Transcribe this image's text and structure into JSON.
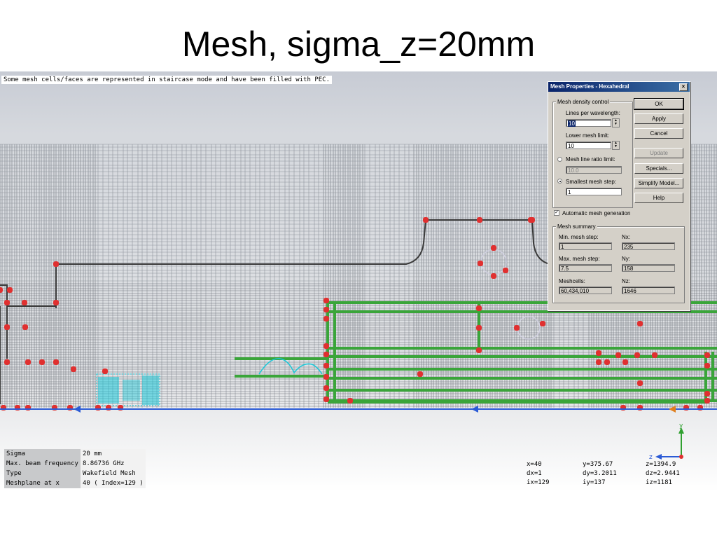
{
  "slide": {
    "title": "Mesh, sigma_z=20mm"
  },
  "viewport": {
    "message": "Some mesh cells/faces are represented in staircase mode and have been filled with PEC."
  },
  "info": {
    "rows": [
      {
        "key": "Sigma",
        "value": "20 mm"
      },
      {
        "key": "Max. beam frequency",
        "value": "8.86736 GHz"
      },
      {
        "key": "Type",
        "value": "Wakefield Mesh"
      },
      {
        "key": "Meshplane at x",
        "value": "40 ( Index=129 )"
      }
    ]
  },
  "coords": {
    "x": "x=40",
    "y": "y=375.67",
    "z": "z=1394.9",
    "dx": "dx=1",
    "dy": "dy=3.2011",
    "dz": "dz=2.9441",
    "ix": "ix=129",
    "iy": "iy=137",
    "iz": "iz=1181"
  },
  "axes": {
    "y_label": "y",
    "z_label": "z"
  },
  "dialog": {
    "title": "Mesh Properties - Hexahedral",
    "close_glyph": "×",
    "density_group": "Mesh density control",
    "lines_per_wavelength_label": "Lines per wavelength:",
    "lines_per_wavelength_value": "10",
    "lower_mesh_limit_label": "Lower mesh limit:",
    "lower_mesh_limit_value": "10",
    "mesh_line_ratio_label": "Mesh line ratio limit:",
    "mesh_line_ratio_value": "10.0",
    "smallest_step_label": "Smallest mesh step:",
    "smallest_step_value": "1",
    "selected_radio": "smallest_mesh_step",
    "auto_mesh_label": "Automatic mesh generation",
    "auto_mesh_checked": true,
    "buttons": {
      "ok": "OK",
      "apply": "Apply",
      "cancel": "Cancel",
      "update": "Update",
      "specials": "Specials...",
      "simplify": "Simplify Model...",
      "help": "Help"
    },
    "summary": {
      "group": "Mesh summary",
      "min_step_label": "Min. mesh step:",
      "min_step_value": "1",
      "max_step_label": "Max. mesh step:",
      "max_step_value": "7.5",
      "meshcells_label": "Meshcells:",
      "meshcells_value": "60,434,010",
      "nx_label": "Nx:",
      "nx_value": "235",
      "ny_label": "Ny:",
      "ny_value": "158",
      "nz_label": "Nz:",
      "nz_value": "1646"
    }
  },
  "colors": {
    "mesh_line": "#8e939b",
    "mesh_dense": "#6e737b",
    "structure": "#3aa53a",
    "port": "#e03030",
    "beam_axis": "#2b5bd6",
    "particle": "#19c8d8",
    "outline": "#3a3a3a"
  }
}
